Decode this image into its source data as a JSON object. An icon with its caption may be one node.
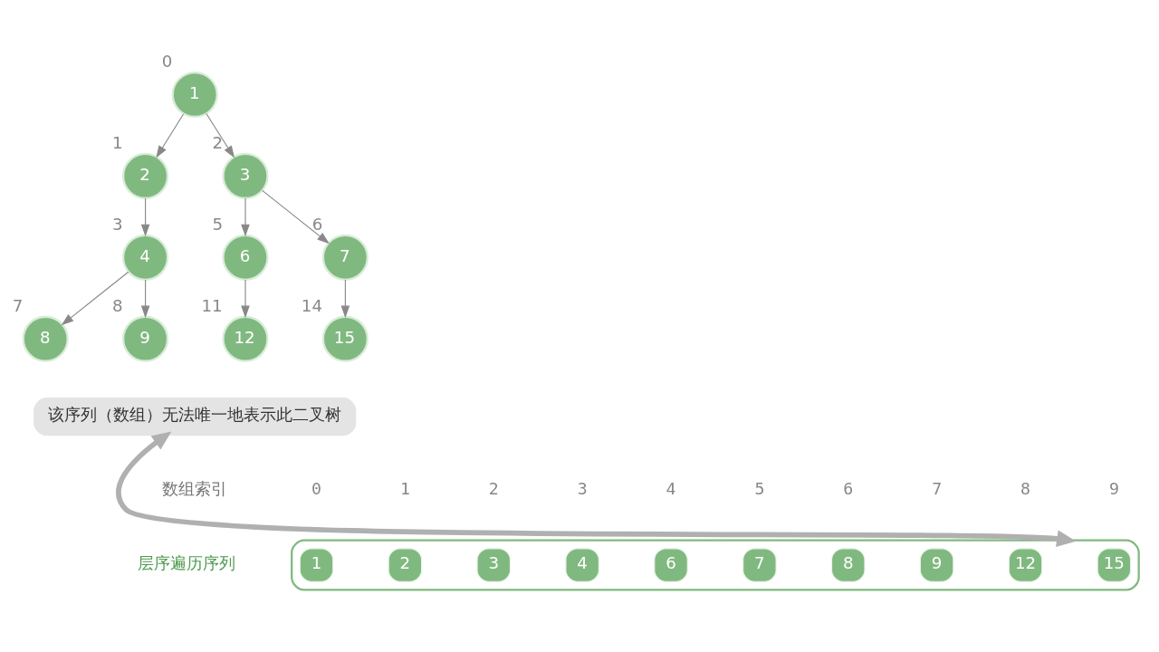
{
  "diagram": {
    "nodes": [
      {
        "text": [
          "1"
        ],
        "beside": [
          "0"
        ]
      },
      {
        "text": [
          "2"
        ],
        "beside": [
          "1"
        ]
      },
      {
        "text": [
          "3"
        ],
        "beside": [
          "2"
        ]
      },
      {
        "text": [
          "4"
        ],
        "beside": [
          "3"
        ]
      },
      {
        "text": [
          "6"
        ],
        "beside": [
          "5"
        ]
      },
      {
        "text": [
          "7"
        ],
        "beside": [
          "6"
        ]
      },
      {
        "text": [
          "8"
        ],
        "beside": [
          "7"
        ]
      },
      {
        "text": [
          "9"
        ],
        "beside": [
          "8"
        ]
      },
      {
        "text": [
          "12"
        ],
        "beside": [
          "11"
        ]
      },
      {
        "text": [
          "15"
        ],
        "beside": [
          "14"
        ]
      },
      {
        "text": [
          "该序列（数组）无法唯一地表示此二叉树"
        ]
      },
      {
        "text": [],
        "shape": "box"
      },
      {
        "text": [
          "1"
        ],
        "in": 11
      },
      {
        "text": [
          "2"
        ],
        "in": 11
      },
      {
        "text": [
          "3"
        ],
        "in": 11
      },
      {
        "text": [
          "4"
        ],
        "in": 11
      },
      {
        "text": [
          "6"
        ],
        "in": 11
      },
      {
        "text": [
          "7"
        ],
        "in": 11
      },
      {
        "text": [
          "8"
        ],
        "in": 11
      },
      {
        "text": [
          "9"
        ],
        "in": 11
      },
      {
        "text": [
          "12"
        ],
        "in": 11
      },
      {
        "text": [
          "15"
        ],
        "in": 11
      }
    ],
    "edges": [
      {
        "from": 0,
        "to": 1,
        "arrow": "to"
      },
      {
        "from": 0,
        "to": 2,
        "arrow": "to"
      },
      {
        "from": 1,
        "to": 3,
        "arrow": "to"
      },
      {
        "from": 2,
        "to": 4,
        "arrow": "to"
      },
      {
        "from": 2,
        "to": 5,
        "arrow": "to"
      },
      {
        "from": 3,
        "to": 6,
        "arrow": "to"
      },
      {
        "from": 3,
        "to": 7,
        "arrow": "to"
      },
      {
        "from": 4,
        "to": 8,
        "arrow": "to"
      },
      {
        "from": 5,
        "to": 9,
        "arrow": "to"
      },
      {
        "from": 10,
        "to": 11,
        "arrow": "both",
        "style": "thick",
        "color": "#b0b0b0"
      }
    ],
    "labels": [
      "数组索引",
      "0",
      "1",
      "2",
      "3",
      "4",
      "5",
      "6",
      "7",
      "8",
      "9",
      "层序遍历序列"
    ]
  }
}
